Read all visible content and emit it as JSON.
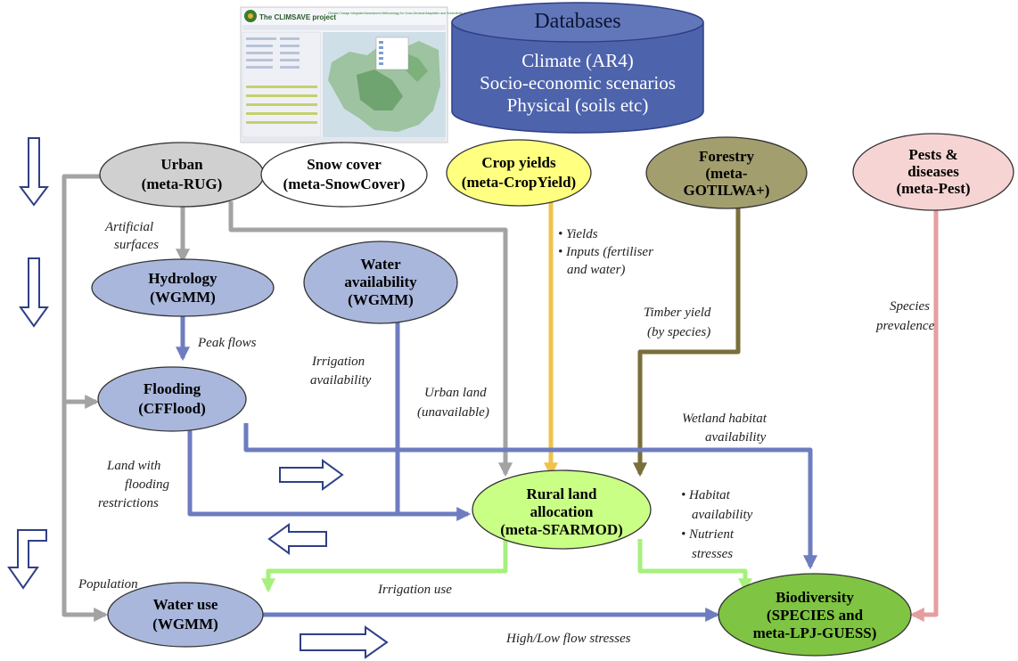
{
  "colors": {
    "urban": "#d0d0d0",
    "snow": "#ffffff",
    "crop": "#ffff80",
    "forestry": "#a39e6e",
    "pests": "#f6d4d4",
    "blue_node": "#a9b7dc",
    "rural": "#caff86",
    "biodiversity": "#7fc442",
    "database": "#4d63ac",
    "arrow_gray": "#a3a3a3",
    "arrow_blue": "#6e7cc0",
    "arrow_green": "#a7f07e",
    "arrow_yellow": "#f0c24c",
    "arrow_olive": "#7a6e3a",
    "arrow_pink": "#e59e9e",
    "hollow_arrow": "#2f3f86"
  },
  "screenshot": {
    "title": "The CLIMSAVE project",
    "subtitle": "Climate Change Integrated Assessment Methodology for Cross-Sectoral Adaptation and Vulnerability in Europe"
  },
  "database": {
    "title": "Databases",
    "lines": [
      "Climate (AR4)",
      "Socio-economic scenarios",
      "Physical (soils etc)"
    ]
  },
  "nodes": {
    "urban": {
      "line1": "Urban",
      "line2": "(meta-RUG)"
    },
    "snow": {
      "line1": "Snow cover",
      "line2": "(meta-SnowCover)"
    },
    "crop": {
      "line1": "Crop yields",
      "line2": "(meta-CropYield)"
    },
    "forestry": {
      "line1": "Forestry",
      "line2": "(meta-",
      "line3": "GOTILWA+)"
    },
    "pests": {
      "line1": "Pests &",
      "line2": "diseases",
      "line3": "(meta-Pest)"
    },
    "hydrology": {
      "line1": "Hydrology",
      "line2": "(WGMM)"
    },
    "water_avail": {
      "line1": "Water",
      "line2": "availability",
      "line3": "(WGMM)"
    },
    "flooding": {
      "line1": "Flooding",
      "line2": "(CFFlood)"
    },
    "rural": {
      "line1": "Rural land",
      "line2": "allocation",
      "line3": "(meta-SFARMOD)"
    },
    "water_use": {
      "line1": "Water use",
      "line2": "(WGMM)"
    },
    "biodiversity": {
      "line1": "Biodiversity",
      "line2": "(SPECIES and",
      "line3": "meta-LPJ-GUESS)"
    }
  },
  "labels": {
    "artificial1": "Artificial",
    "artificial2": "surfaces",
    "yields": "• Yields",
    "inputs1": "• Inputs (fertiliser",
    "inputs2": "and water)",
    "timber1": "Timber yield",
    "timber2": "(by species)",
    "species1": "Species",
    "species2": "prevalence",
    "peak": "Peak flows",
    "irrigation_avail1": "Irrigation",
    "irrigation_avail2": "availability",
    "urban_land1": "Urban land",
    "urban_land2": "(unavailable)",
    "wetland1": "Wetland habitat",
    "wetland2": "availability",
    "land_flood1": "Land with",
    "land_flood2": "flooding",
    "land_flood3": "restrictions",
    "habitat1": "• Habitat",
    "habitat2": "availability",
    "nutrient1": "• Nutrient",
    "nutrient2": "stresses",
    "population": "Population",
    "irrigation_use": "Irrigation use",
    "high_low": "High/Low flow stresses"
  }
}
